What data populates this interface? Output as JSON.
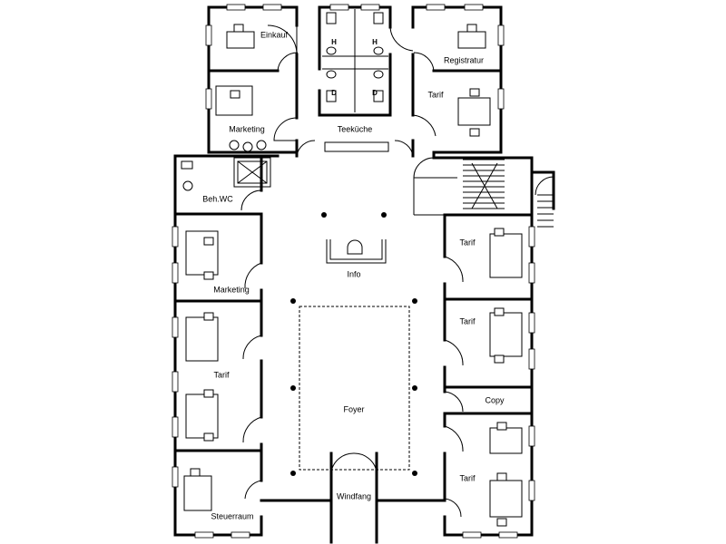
{
  "rooms": {
    "einkauf": "Einkauf",
    "registratur": "Registratur",
    "marketing_top": "Marketing",
    "teekueche": "Teeküche",
    "tarif_top_right": "Tarif",
    "beh_wc": "Beh.WC",
    "marketing_left": "Marketing",
    "info": "Info",
    "tarif_right_1": "Tarif",
    "tarif_right_2": "Tarif",
    "tarif_left": "Tarif",
    "copy": "Copy",
    "foyer": "Foyer",
    "tarif_right_3": "Tarif",
    "steuerraum": "Steuerraum",
    "windfang": "Windfang"
  },
  "wc_marks": {
    "h_left": "H",
    "h_right": "H",
    "d_left": "D",
    "d_right": "D"
  }
}
